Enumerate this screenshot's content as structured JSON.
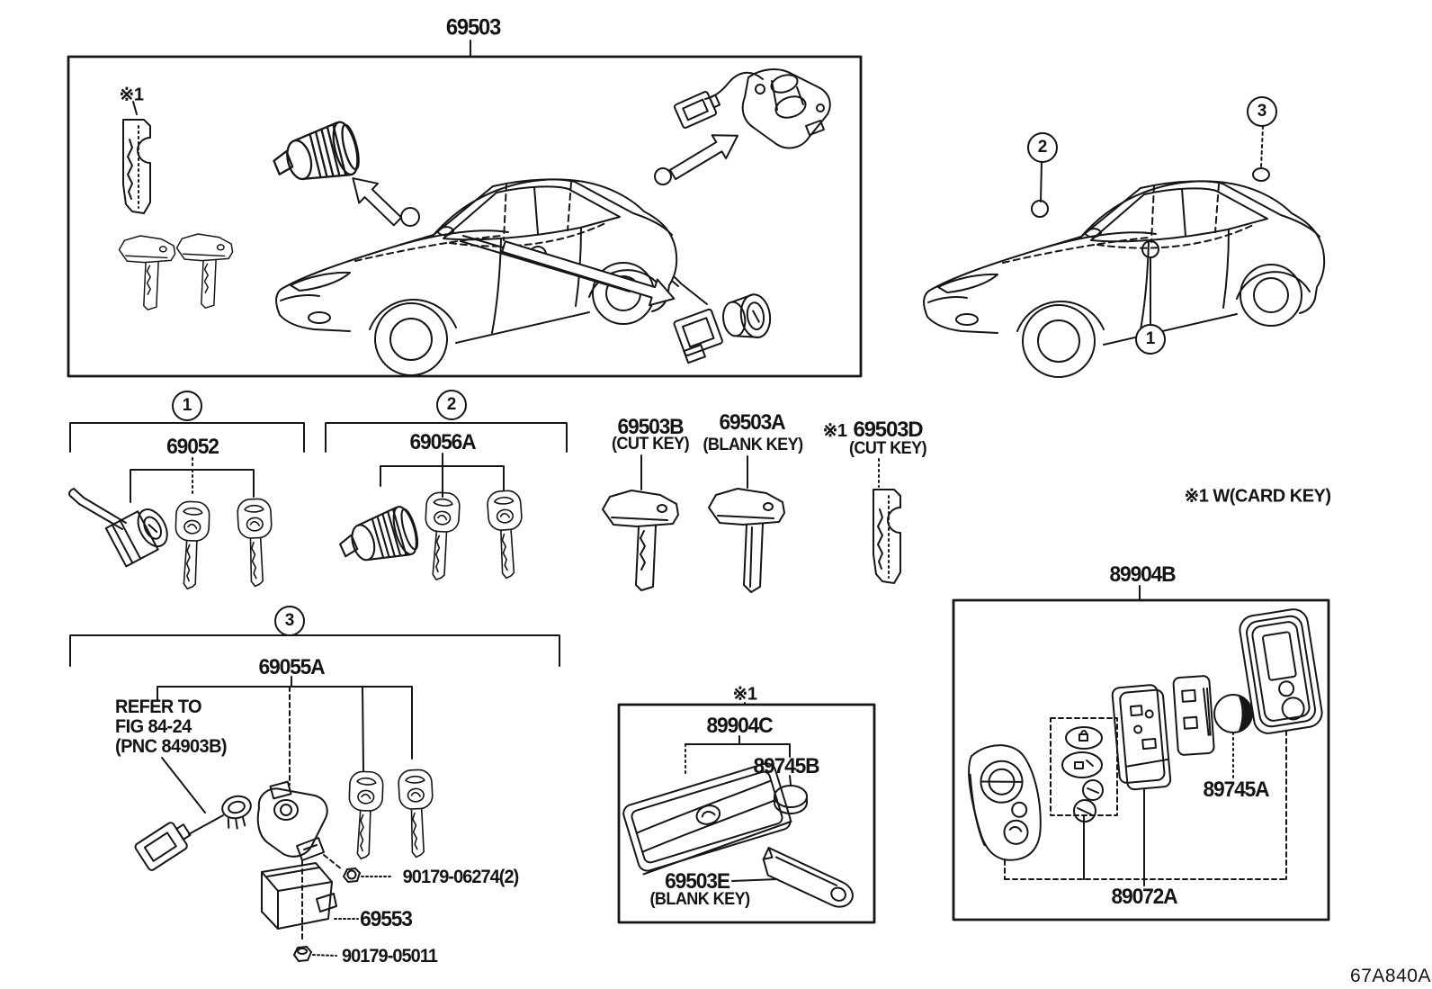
{
  "doc_code": "67A840A",
  "kit_box": {
    "part": "69503",
    "note": "※1"
  },
  "car_callouts": {
    "door": "1",
    "ignition": "2",
    "trunk": "3"
  },
  "group_door": {
    "callout": "1",
    "part": "69052"
  },
  "group_glovebox": {
    "callout": "2",
    "part": "69056A"
  },
  "loose_keys": {
    "cut": {
      "part": "69503B",
      "kind": "(CUT KEY)"
    },
    "blank": {
      "part": "69503A",
      "kind": "(BLANK KEY)"
    },
    "card_cut": {
      "note": "※1",
      "part": "69503D",
      "kind": "(CUT KEY)"
    }
  },
  "card_key_note": "※1 W(CARD KEY)",
  "group_trunk": {
    "callout": "3",
    "part": "69055A",
    "refer_lines": [
      "REFER TO",
      "FIG 84-24",
      "(PNC 84903B)"
    ],
    "nut_upper": "90179-06274(2)",
    "cover": "69553",
    "nut_lower": "90179-05011"
  },
  "smart_key_set": {
    "part": "89904B",
    "battery": "89745A",
    "module": "89072A"
  },
  "card_key_set": {
    "note": "※1",
    "part": "89904C",
    "battery": "89745B",
    "blank_key_part": "69503E",
    "blank_key_kind": "(BLANK KEY)"
  }
}
